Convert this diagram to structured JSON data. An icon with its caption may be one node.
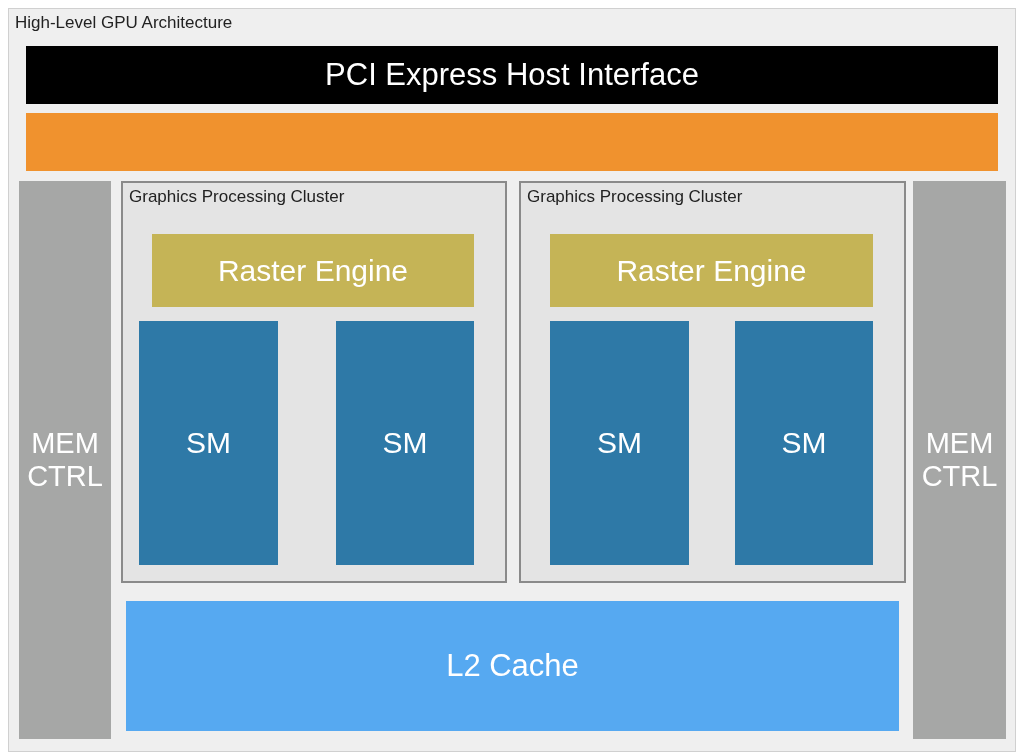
{
  "diagram": {
    "nodes": [
      {
        "text": [
          "High-Level GPU Architecture"
        ]
      },
      {
        "text": [
          "PCI Express Host Interface"
        ],
        "in": 0
      },
      {
        "text": [],
        "shape": "bar",
        "in": 0
      },
      {
        "text": [
          "MEM CTRL"
        ],
        "in": 0
      },
      {
        "text": [
          "Graphics Processing Cluster"
        ],
        "in": 0
      },
      {
        "text": [
          "Raster Engine"
        ],
        "in": 4
      },
      {
        "text": [
          "SM"
        ],
        "in": 4
      },
      {
        "text": [
          "SM"
        ],
        "in": 4
      },
      {
        "text": [
          "Graphics Processing Cluster"
        ],
        "in": 0
      },
      {
        "text": [
          "Raster Engine"
        ],
        "in": 8
      },
      {
        "text": [
          "SM"
        ],
        "in": 8
      },
      {
        "text": [
          "SM"
        ],
        "in": 8
      },
      {
        "text": [
          "MEM CTRL"
        ],
        "in": 0
      },
      {
        "text": [
          "L2 Cache"
        ],
        "in": 0
      }
    ]
  }
}
